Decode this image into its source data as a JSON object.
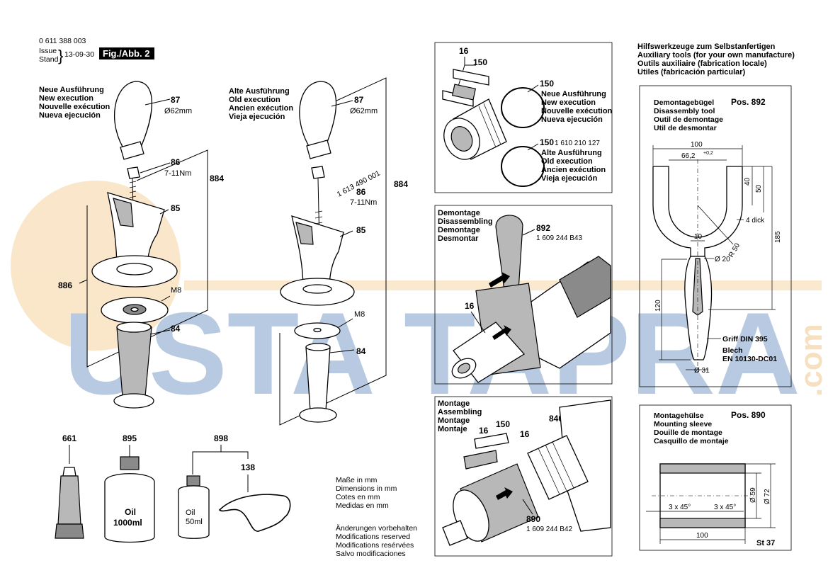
{
  "header": {
    "part_number": "0 611 388 003",
    "issue_label": "Issue",
    "stand_label": "Stand",
    "date": "13-09-30",
    "fig_label": "Fig./Abb. 2"
  },
  "new_execution": [
    "Neue Ausführung",
    "New execution",
    "Nouvelle exécution",
    "Nueva ejecución"
  ],
  "old_execution": [
    "Alte Ausführung",
    "Old execution",
    "Ancien exécution",
    "Vieja ejecución"
  ],
  "left_assembly": {
    "p87": "87",
    "p87_dim": "Ø62mm",
    "p86": "86",
    "p86_torque": "7-11Nm",
    "p884": "884",
    "p85": "85",
    "p886": "886",
    "m8": "M8",
    "p84": "84"
  },
  "middle_assembly": {
    "p87": "87",
    "p87_dim": "Ø62mm",
    "p86_number": "1 613 490 001",
    "p86": "86",
    "p86_torque": "7-11Nm",
    "p884": "884",
    "p85": "85",
    "m8": "M8",
    "p84": "84"
  },
  "consumables": {
    "p661": "661",
    "p895": "895",
    "p898": "898",
    "p138": "138",
    "oil_big_1": "Oil",
    "oil_big_2": "1000ml",
    "oil_small_1": "Oil",
    "oil_small_2": "50ml"
  },
  "notes": {
    "dimensions": [
      "Maße in mm",
      "Dimensions in mm",
      "Cotes en mm",
      "Medidas en mm"
    ],
    "changes": [
      "Änderungen vorbehalten",
      "Modifications reserved",
      "Modifications resérvées",
      "Salvo modificaciones"
    ]
  },
  "panel_ring": {
    "p16": "16",
    "p150_top": "150",
    "p150": "150",
    "new_exec": [
      "Neue Ausführung",
      "New execution",
      "Nouvelle exécution",
      "Nueva ejecución"
    ],
    "p150_old": "150",
    "p150_old_number": "1 610 210 127",
    "old_exec": [
      "Alte Ausführung",
      "Old execution",
      "Ancien exécution",
      "Vieja ejecución"
    ]
  },
  "panel_disassembly": {
    "title": [
      "Demontage",
      "Disassembling",
      "Demontage",
      "Desmontar"
    ],
    "p892": "892",
    "p892_number": "1 609 244 B43",
    "p16": "16"
  },
  "panel_assembly": {
    "title": [
      "Montage",
      "Assembling",
      "Montage",
      "Montaje"
    ],
    "p16a": "16",
    "p150": "150",
    "p16b": "16",
    "p840": "840",
    "p890": "890",
    "p890_number": "1 609 244 B42"
  },
  "aux_tools": {
    "title": [
      "Hilfswerkzeuge zum Selbstanfertigen",
      "Auxiliary tools (for your own manufacture)",
      "Outils auxiliaire (fabrication locale)",
      "Utiles (fabricación particular)"
    ]
  },
  "tool_892": {
    "title": [
      "Demontagebügel",
      "Disassembly tool",
      "Outil de demontage",
      "Util de desmontar"
    ],
    "pos": "Pos. 892",
    "d100": "100",
    "d66": "66,2",
    "d66_tol": "+0,2",
    "d40": "40",
    "d50": "50",
    "d4dick": "4 dick",
    "d185": "185",
    "d10": "10",
    "r50": "R 50",
    "d20": "Ø 20",
    "d120": "120",
    "griff": "Griff DIN 395",
    "blech": "Blech",
    "blech_std": "EN 10130-DC01",
    "d31": "Ø 31"
  },
  "tool_890": {
    "title": [
      "Montagehülse",
      "Mounting sleeve",
      "Douille de montage",
      "Casquillo de montaje"
    ],
    "pos": "Pos. 890",
    "chamfer1": "3 x 45°",
    "chamfer2": "3 x 45°",
    "d59": "Ø 59",
    "d72": "Ø 72",
    "d100": "100",
    "material": "St 37"
  },
  "watermark": {
    "text": "USTA TAPRA",
    "suffix": ".com",
    "color_blue": "#7f9fc9",
    "color_orange": "#f5c98a"
  }
}
